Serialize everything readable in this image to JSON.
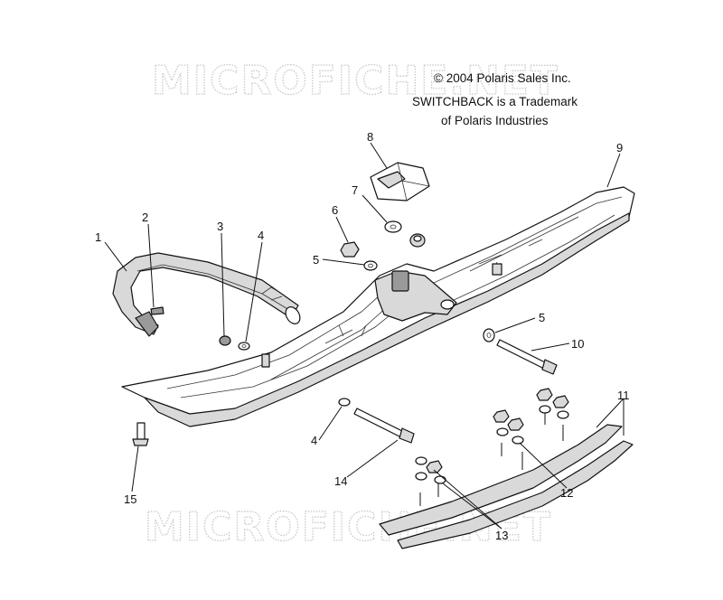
{
  "watermark": {
    "text": "MICROFICHE.NET"
  },
  "caption": {
    "copyright": "© 2004 Polaris Sales Inc.",
    "trademark_line1": "SWITCHBACK is a Trademark",
    "trademark_line2": "of Polaris Industries"
  },
  "callouts": [
    {
      "id": "c1",
      "label": "1"
    },
    {
      "id": "c2",
      "label": "2"
    },
    {
      "id": "c3",
      "label": "3"
    },
    {
      "id": "c4a",
      "label": "4"
    },
    {
      "id": "c4b",
      "label": "4"
    },
    {
      "id": "c5a",
      "label": "5"
    },
    {
      "id": "c5b",
      "label": "5"
    },
    {
      "id": "c6",
      "label": "6"
    },
    {
      "id": "c7",
      "label": "7"
    },
    {
      "id": "c8",
      "label": "8"
    },
    {
      "id": "c9",
      "label": "9"
    },
    {
      "id": "c10",
      "label": "10"
    },
    {
      "id": "c11",
      "label": "11"
    },
    {
      "id": "c12",
      "label": "12"
    },
    {
      "id": "c13",
      "label": "13"
    },
    {
      "id": "c14",
      "label": "14"
    },
    {
      "id": "c15",
      "label": "15"
    }
  ]
}
